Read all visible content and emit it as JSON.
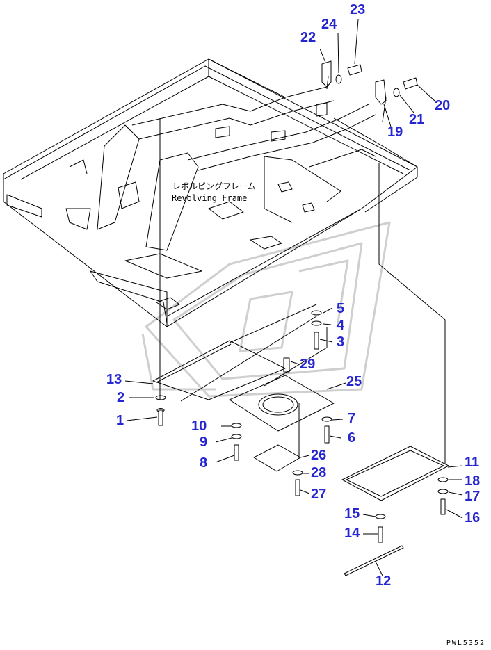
{
  "drawing": {
    "frame_label_jp": "レボルビングフレーム",
    "frame_label_en": "Revolving Frame",
    "drawing_code": "PWL5352"
  },
  "callouts": {
    "p1": "1",
    "p2": "2",
    "p3": "3",
    "p4": "4",
    "p5": "5",
    "p6": "6",
    "p7": "7",
    "p8": "8",
    "p9": "9",
    "p10": "10",
    "p11": "11",
    "p12": "12",
    "p13": "13",
    "p14": "14",
    "p15": "15",
    "p16": "16",
    "p17": "17",
    "p18": "18",
    "p19": "19",
    "p20": "20",
    "p21": "21",
    "p22": "22",
    "p23": "23",
    "p24": "24",
    "p25": "25",
    "p26": "26",
    "p27": "27",
    "p28": "28",
    "p29": "29"
  },
  "colors": {
    "callout": "#2626d0",
    "line": "#000000",
    "watermark": "#c8c8c8"
  }
}
